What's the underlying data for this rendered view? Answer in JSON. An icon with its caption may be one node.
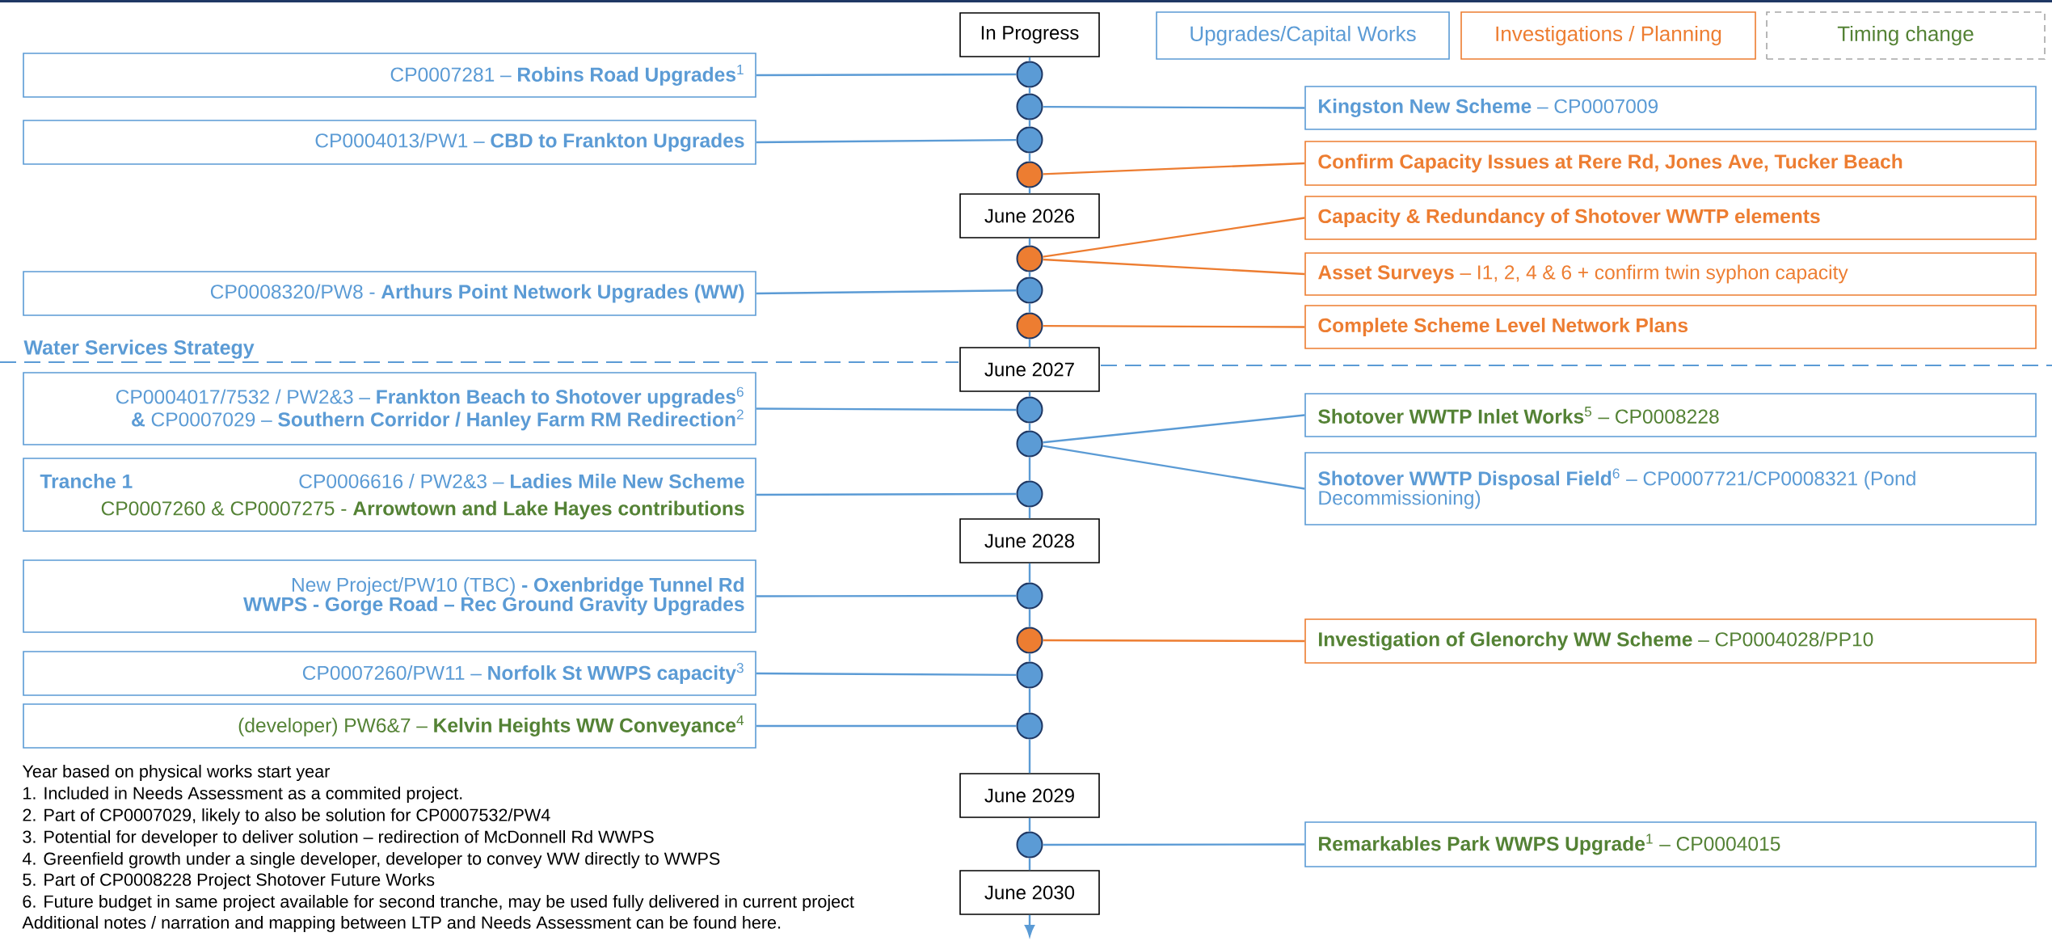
{
  "diagram": {
    "nodes": [
      {
        "text": [
          "In Progress"
        ]
      },
      {
        "text": [],
        "shape": "circle"
      },
      {
        "text": [
          "CP0007281 – **Robins Road Upgrades**$^{1}$"
        ]
      },
      {
        "text": [],
        "shape": "circle"
      },
      {
        "text": [
          "**Kingston New Scheme** – CP0007009"
        ]
      },
      {
        "text": [
          "CP0004013/PW1 – **CBD to Frankton Upgrades**"
        ]
      },
      {
        "text": [],
        "shape": "circle"
      },
      {
        "text": [],
        "shape": "circle"
      },
      {
        "text": [
          "Confirm Capacity Issues at Rere Rd, Jones Ave, Tucker Beach"
        ]
      },
      {
        "text": [
          "June 2026"
        ]
      },
      {
        "text": [
          "Capacity & Redundancy of Shotover WWTP elements"
        ]
      },
      {
        "text": [],
        "shape": "circle"
      },
      {
        "text": [
          "CP0008320/PW8 - **Arthurs Point Network Upgrades (WW)**"
        ]
      },
      {
        "text": [],
        "shape": "circle"
      },
      {
        "text": [
          "**Asset Surveys** – I1, 2, 4 & 6 + confirm twin syphon capacity"
        ]
      },
      {
        "text": [],
        "shape": "circle"
      },
      {
        "text": [
          "Complete Scheme Level Network Plans"
        ]
      },
      {
        "text": [
          "June 2027"
        ]
      },
      {
        "text": [
          "CP0004017/7532 / PW2&3 – **Frankton Beach to Shotover upgrades**$^{6}$ **&** CP0007029 – **Southern Corridor / Hanley Farm RM Redirection**$^{2}$"
        ]
      },
      {
        "text": [],
        "shape": "circle"
      },
      {
        "text": [],
        "shape": "circle"
      },
      {
        "text": [
          "**Shotover WWTP Inlet Works**$^{5}$ – CP0008228"
        ]
      },
      {
        "text": [
          "**Shotover WWTP Disposal Field**$^{6}$ – CP0007721/CP0008321 (Pond Decommissioning)"
        ]
      },
      {
        "text": [
          "Tranche 1",
          "CP0006616 / PW2&3 – **Ladies Mile New Scheme**",
          "CP0007260 & CP0007275 - **Arrowtown and Lake Hayes contributions**"
        ]
      },
      {
        "text": [],
        "shape": "circle"
      },
      {
        "text": [
          "June 2028"
        ]
      },
      {
        "text": [
          "New Project/PW10 (TBC) **- Oxenbridge Tunnel Rd WWPS - Gorge Road – Rec Ground Gravity Upgrades**"
        ]
      },
      {
        "text": [],
        "shape": "circle"
      },
      {
        "text": [],
        "shape": "circle"
      },
      {
        "text": [
          "**Investigation of Glenorchy WW Scheme** – CP0004028/PP10"
        ]
      },
      {
        "text": [
          "CP0007260/PW11 – **Norfolk St WWPS capacity**$^{3}$"
        ]
      },
      {
        "text": [],
        "shape": "circle"
      },
      {
        "text": [
          "(developer) PW6&7 – **Kelvin Heights WW Conveyance**$^{4}$"
        ]
      },
      {
        "text": [],
        "shape": "circle"
      },
      {
        "text": [
          "June 2029"
        ]
      },
      {
        "text": [],
        "shape": "circle"
      },
      {
        "text": [
          "**Remarkables Park WWPS Upgrade**$^{1}$ – CP0004015"
        ]
      },
      {
        "text": [
          "June 2030"
        ]
      }
    ],
    "edges": [
      {
        "from": 0,
        "to": 1,
        "arrow": "none"
      },
      {
        "from": 1,
        "to": 3,
        "arrow": "none"
      },
      {
        "from": 3,
        "to": 6,
        "arrow": "none"
      },
      {
        "from": 6,
        "to": 7,
        "arrow": "none"
      },
      {
        "from": 7,
        "to": 9,
        "arrow": "none"
      },
      {
        "from": 9,
        "to": 11,
        "arrow": "none"
      },
      {
        "from": 11,
        "to": 13,
        "arrow": "none"
      },
      {
        "from": 13,
        "to": 15,
        "arrow": "none"
      },
      {
        "from": 15,
        "to": 17,
        "arrow": "none"
      },
      {
        "from": 17,
        "to": 19,
        "arrow": "none"
      },
      {
        "from": 19,
        "to": 20,
        "arrow": "none"
      },
      {
        "from": 20,
        "to": 24,
        "arrow": "none"
      },
      {
        "from": 24,
        "to": 25,
        "arrow": "none"
      },
      {
        "from": 25,
        "to": 27,
        "arrow": "none"
      },
      {
        "from": 27,
        "to": 28,
        "arrow": "none"
      },
      {
        "from": 28,
        "to": 31,
        "arrow": "none"
      },
      {
        "from": 31,
        "to": 33,
        "arrow": "none"
      },
      {
        "from": 33,
        "to": 34,
        "arrow": "none"
      },
      {
        "from": 34,
        "to": 35,
        "arrow": "none"
      },
      {
        "from": 35,
        "to": 37,
        "arrow": "none"
      },
      {
        "from": 37,
        "to": null,
        "arrow": "to"
      },
      {
        "from": 2,
        "to": 1,
        "arrow": "none"
      },
      {
        "from": 3,
        "to": 4,
        "arrow": "none"
      },
      {
        "from": 5,
        "to": 6,
        "arrow": "none"
      },
      {
        "from": 7,
        "to": 8,
        "arrow": "none",
        "color": "#ed7d31"
      },
      {
        "from": 11,
        "to": 10,
        "arrow": "none",
        "color": "#ed7d31"
      },
      {
        "from": 12,
        "to": 13,
        "arrow": "none"
      },
      {
        "from": 11,
        "to": 14,
        "arrow": "none",
        "color": "#ed7d31"
      },
      {
        "from": 15,
        "to": 16,
        "arrow": "none",
        "color": "#ed7d31"
      },
      {
        "from": 18,
        "to": 19,
        "arrow": "none"
      },
      {
        "from": 20,
        "to": 21,
        "arrow": "none"
      },
      {
        "from": 20,
        "to": 22,
        "arrow": "none"
      },
      {
        "from": 23,
        "to": 24,
        "arrow": "none"
      },
      {
        "from": 26,
        "to": 27,
        "arrow": "none"
      },
      {
        "from": 28,
        "to": 29,
        "arrow": "none",
        "color": "#ed7d31"
      },
      {
        "from": 30,
        "to": 31,
        "arrow": "none"
      },
      {
        "from": 32,
        "to": 33,
        "arrow": "none"
      },
      {
        "from": 35,
        "to": 36,
        "arrow": "none"
      }
    ],
    "labels": [
      "Water Services Strategy",
      "Year based on physical works start year",
      "1. Included in Needs Assessment as a commited project.",
      "2. Part of CP0007029, likely to also be solution for CP0007532/PW4",
      "3. Potential for developer to deliver solution – redirection of McDonnell Rd WWPS",
      "4. Greenfield growth under a single developer, developer to convey WW directly to WWPS",
      "5. Part of CP0008228 Project Shotover Future Works",
      "6. Future budget in same project available for second tranche, may be used fully delivered in current project",
      "Additional notes / narration and mapping between LTP and Needs Assessment can be found here."
    ],
    "legend": [
      {
        "text": "Upgrades/Capital Works",
        "color": "#5b9bd5"
      },
      {
        "text": "Investigations / Planning",
        "color": "#ed7d31"
      },
      {
        "text": "Timing change"
      }
    ]
  }
}
